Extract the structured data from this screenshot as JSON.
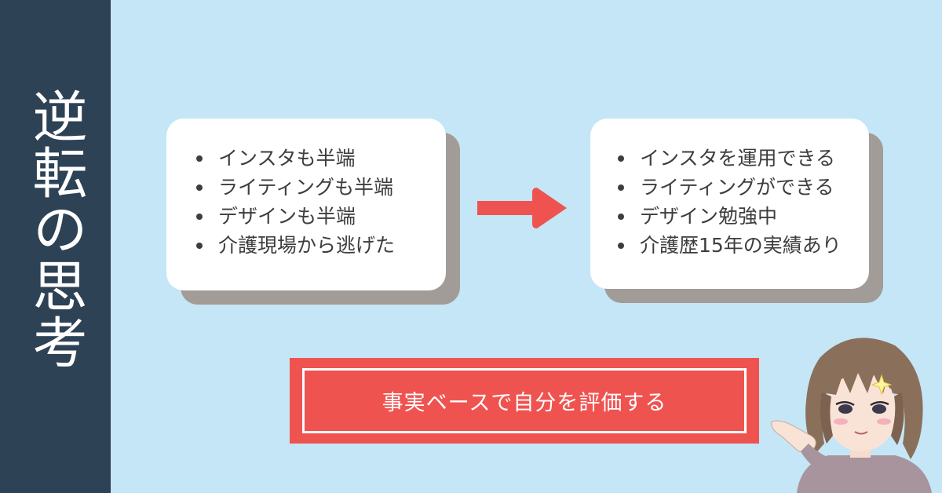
{
  "sidebar": {
    "title": "逆転の思考"
  },
  "before_card": {
    "items": [
      "インスタも半端",
      "ライティングも半端",
      "デザインも半端",
      "介護現場から逃げた"
    ]
  },
  "after_card": {
    "items": [
      "インスタを運用できる",
      "ライティングができる",
      "デザイン勉強中",
      "介護歴15年の実績あり"
    ]
  },
  "banner": {
    "text": "事実ベースで自分を評価する"
  },
  "colors": {
    "sidebar": "#2e4256",
    "background": "#c4e6f6",
    "accent_red": "#ef5350",
    "card_shadow": "#a19c98"
  },
  "icons": {
    "arrow": "right-arrow-icon",
    "character": "character-illustration"
  }
}
